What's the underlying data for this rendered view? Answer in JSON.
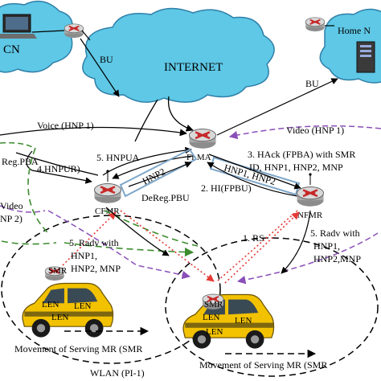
{
  "nodes": {
    "internet": "INTERNET",
    "cn": "CN",
    "home_network": "Home N",
    "lma": "FLMA",
    "cfmr": "CFMR",
    "nfmr": "NFMR",
    "smr_left": "SMR",
    "smr_right": "SMR",
    "len": "LEN"
  },
  "links": {
    "bu_left": "BU",
    "bu_right": "BU",
    "voice": "Voice (HNP 1)",
    "video_right": "Video (HNP 1)",
    "reg_pba": "Reg.PBA",
    "hnpur": "4.HNPUR)",
    "hnpua": "5. HNPUA",
    "hnp2_left": "HNP2",
    "hnp1_hnp2": "HNP1, HNP2",
    "dereg_pbu": "DeReg.PBU",
    "hi": "2. HI(FPBU)",
    "hack_line1": "3. HAck  (FPBA) with SMR",
    "hack_line2": "ID, HNP1, HNP2, MNP",
    "video_left_line1": "Video",
    "video_left_line2": "NP 2)",
    "radv_left_line1": "5. Radv with",
    "radv_left_line2": "HNP1,",
    "radv_left_line3": "HNP2, MNP",
    "rs": "1. RS",
    "radv_right_line1": "5. Radv with",
    "radv_right_line2": "HNP1,",
    "radv_right_line3": "HNP2,MNP",
    "movement_left": "Movement of Serving MR (SMR",
    "movement_right": "Movement of Serving MR (SMR",
    "wlan": "WLAN (PI-1)"
  },
  "colors": {
    "cloud": "#5ec8e6",
    "cloud_edge": "#2f7fa8",
    "router": "#c62828",
    "car": "#f2c200",
    "green_dash": "#3d8c2f",
    "purple_dash": "#8a4fb8",
    "red_dot": "#e53935",
    "tunnel": "#7ea6c9"
  }
}
